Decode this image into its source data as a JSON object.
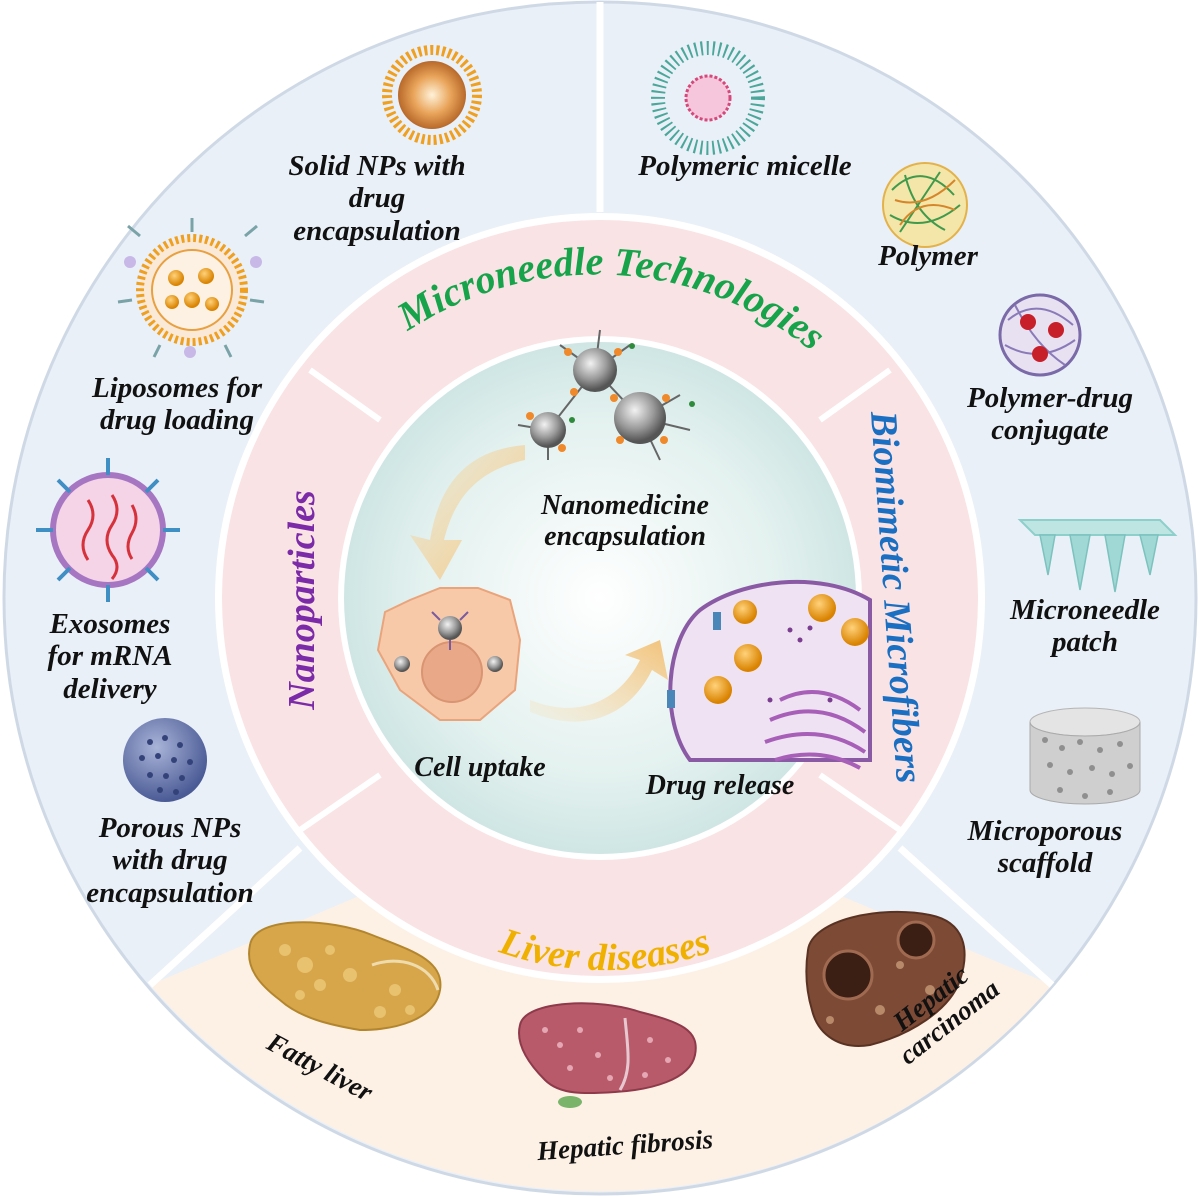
{
  "center": {
    "top_label": [
      "Nanomedicine",
      "encapsulation"
    ],
    "left_label": "Cell uptake",
    "right_label": "Drug release"
  },
  "sections": {
    "top": {
      "title": "Microneedle Technologies",
      "color": "#17a34a"
    },
    "left": {
      "title": "Nanoparticles",
      "color": "#7b2aa8"
    },
    "right": {
      "title": "Biomimetic Microfibers",
      "color": "#1a6fc2"
    },
    "bottom": {
      "title": "Liver diseases",
      "color": "#f0b000"
    }
  },
  "left_items": {
    "solid_nps": [
      "Solid NPs with",
      "drug",
      "encapsulation"
    ],
    "liposomes": [
      "Liposomes for",
      "drug loading"
    ],
    "exosomes": [
      "Exosomes",
      "for mRNA",
      "delivery"
    ],
    "porous_nps": [
      "Porous NPs",
      "with drug",
      "encapsulation"
    ]
  },
  "right_items": {
    "polymeric_micelle": "Polymeric micelle",
    "polymer": "Polymer",
    "polymer_drug": [
      "Polymer-drug",
      "conjugate"
    ],
    "microneedle_patch": [
      "Microneedle",
      "patch"
    ],
    "microporous_scaffold": [
      "Microporous",
      "scaffold"
    ]
  },
  "bottom_items": {
    "fatty_liver": "Fatty liver",
    "hepatic_fibrosis": "Hepatic fibrosis",
    "hepatic_carcinoma": [
      "Hepatic",
      "carcinoma"
    ]
  },
  "colors": {
    "outer_ring": "#e9f0f8",
    "outer_border": "#d9e2ee",
    "bottom_band": "#fdf1e6",
    "middle_ring": "#f9e2e3",
    "inner_circle": "#e6f2f1"
  }
}
